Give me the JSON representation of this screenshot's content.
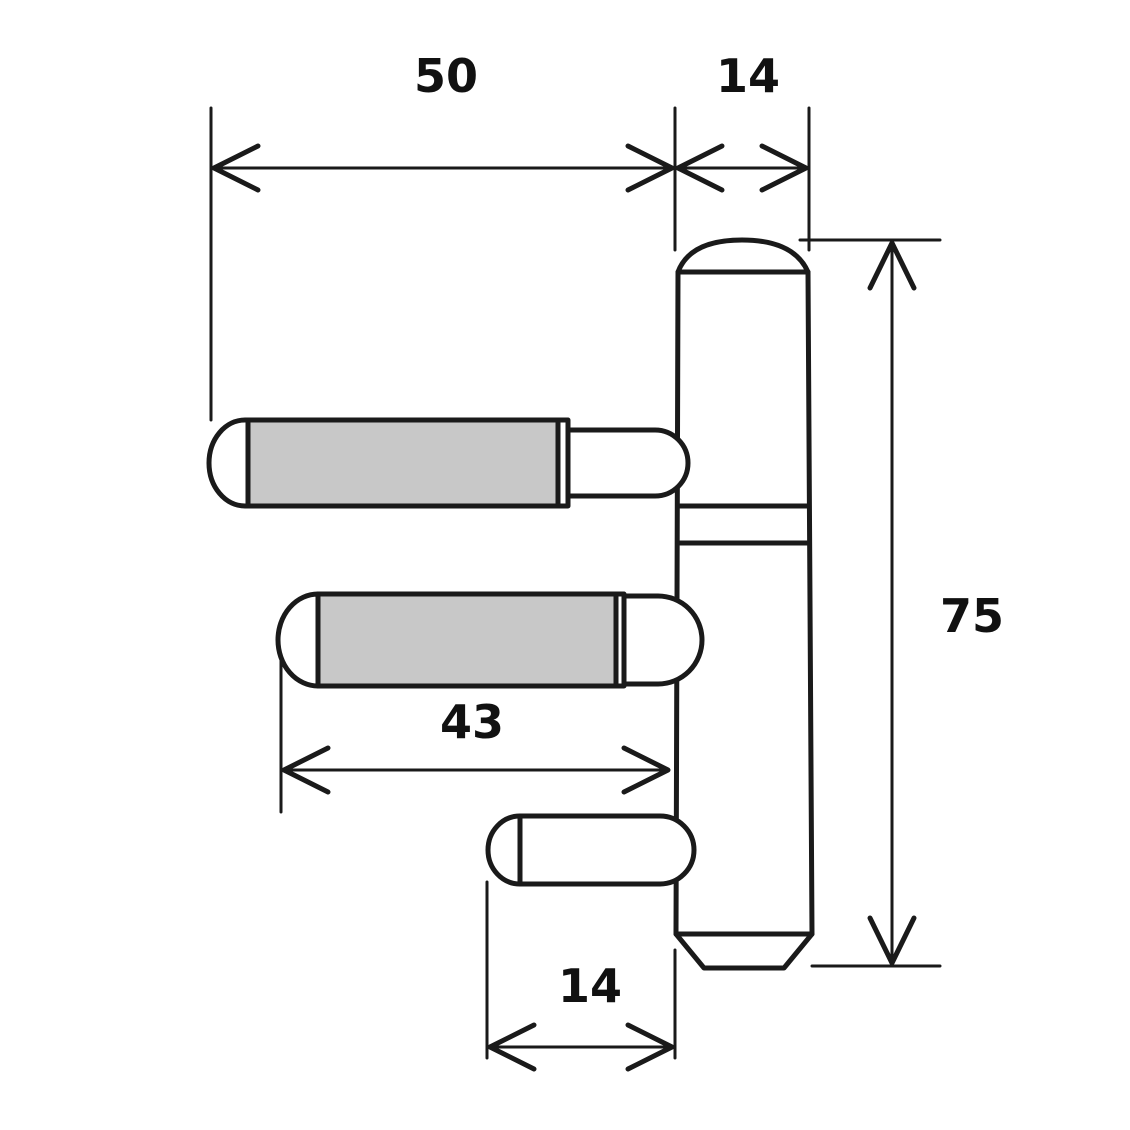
{
  "dimensions": {
    "top_left": "50",
    "top_right": "14",
    "height": "75",
    "middle_pin": "43",
    "bottom_pin": "14"
  },
  "colors": {
    "line": "#1a1a1a",
    "fill_grey": "#c8c8c8",
    "background": "#ffffff"
  }
}
